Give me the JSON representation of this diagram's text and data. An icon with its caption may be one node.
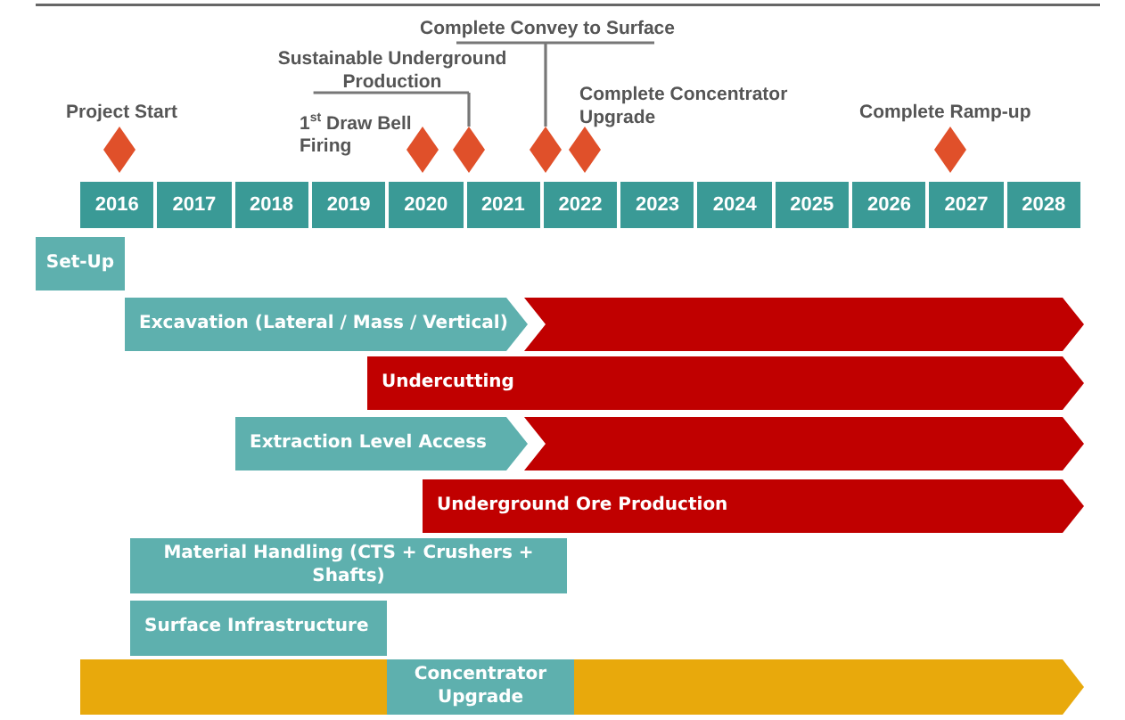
{
  "diagram": {
    "nodes": [
      {
        "text": [],
        "shape": "diamond",
        "beside": [
          "Project Start"
        ]
      },
      {
        "text": [],
        "shape": "diamond",
        "beside": [
          "1$^{st}$ Draw Bell Firing"
        ]
      },
      {
        "text": [
          "Sustainable Underground Production"
        ]
      },
      {
        "text": [],
        "shape": "diamond"
      },
      {
        "text": [
          "Complete Convey to Surface"
        ]
      },
      {
        "text": [],
        "shape": "diamond"
      },
      {
        "text": [],
        "shape": "diamond",
        "beside": [
          "Complete Concentrator Upgrade"
        ]
      },
      {
        "text": [],
        "shape": "diamond",
        "beside": [
          "Complete Ramp-up"
        ]
      },
      {
        "text": [
          "Set-Up"
        ]
      },
      {
        "text": [
          "Excavation (Lateral / Mass / Vertical)"
        ]
      },
      {
        "text": [],
        "shape": "bar"
      },
      {
        "text": [
          "Undercutting"
        ]
      },
      {
        "text": [
          "Extraction Level Access"
        ]
      },
      {
        "text": [],
        "shape": "bar"
      },
      {
        "text": [
          "Underground Ore Production"
        ]
      },
      {
        "text": [
          "Material Handling (CTS + Crushers + Shafts)"
        ]
      },
      {
        "text": [
          "Surface Infrastructure"
        ]
      },
      {
        "text": [],
        "shape": "bar"
      },
      {
        "text": [
          "Concentrator Upgrade"
        ],
        "in": 17
      }
    ],
    "edges": [
      {
        "from": 2,
        "to": 3,
        "arrow": "none"
      },
      {
        "from": 4,
        "to": 5,
        "arrow": "none"
      }
    ],
    "labels": [
      "2016",
      "2017",
      "2018",
      "2019",
      "2020",
      "2021",
      "2022",
      "2023",
      "2024",
      "2025",
      "2026",
      "2027",
      "2028"
    ]
  }
}
